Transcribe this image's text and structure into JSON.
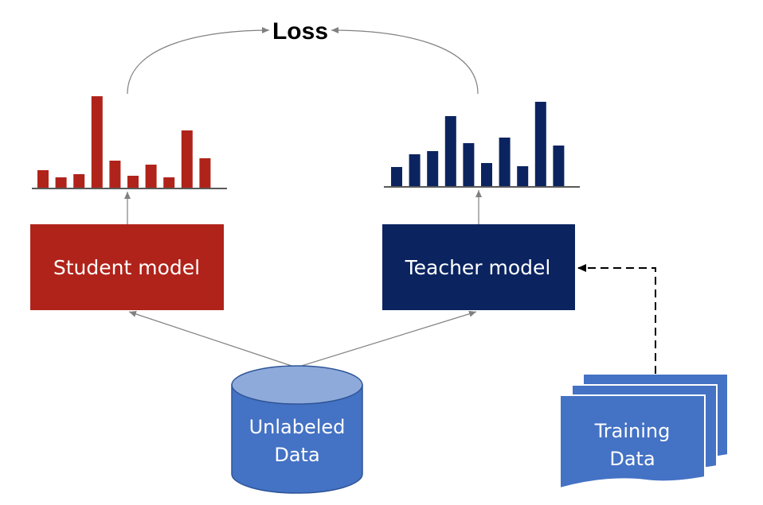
{
  "loss_label": "Loss",
  "student_box_label": "Student model",
  "teacher_box_label": "Teacher model",
  "unlabeled_data": {
    "line1": "Unlabeled",
    "line2": "Data"
  },
  "training_data": {
    "line1": "Training",
    "line2": "Data"
  },
  "colors": {
    "student": "#b0231a",
    "teacher": "#0b2460",
    "data_fill": "#4472c4",
    "data_top": "#8eaadb",
    "arrow": "#808080",
    "baseline": "#595959"
  },
  "chart_data": [
    {
      "type": "bar",
      "name": "student-distribution",
      "values": [
        22,
        13,
        17,
        115,
        34,
        15,
        29,
        13,
        72,
        37
      ]
    },
    {
      "type": "bar",
      "name": "teacher-distribution",
      "values": [
        24,
        40,
        44,
        88,
        54,
        29,
        61,
        25,
        106,
        51
      ]
    }
  ]
}
